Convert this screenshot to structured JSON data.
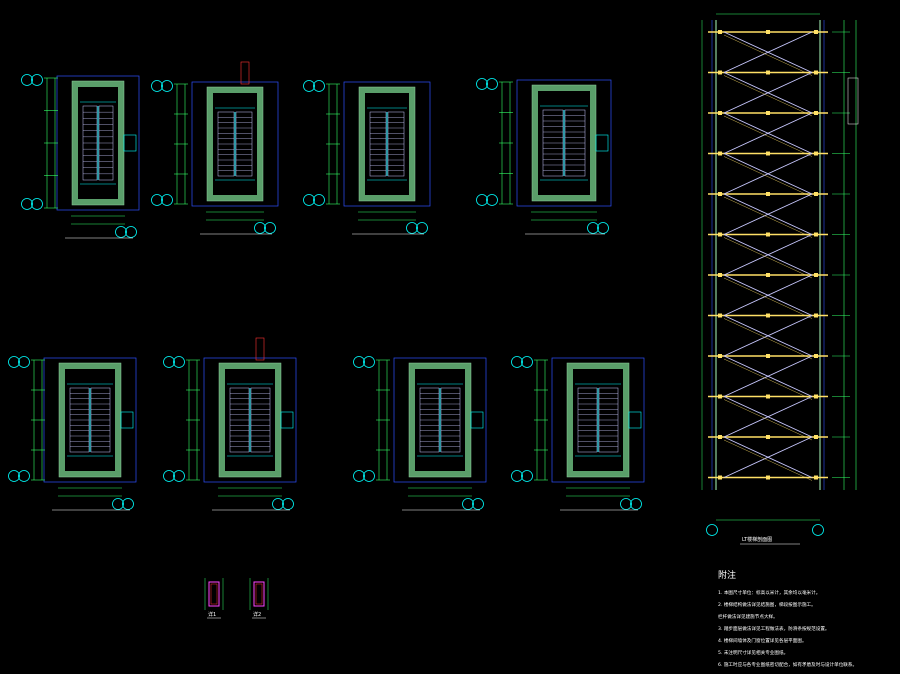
{
  "drawing": {
    "background": "#000000",
    "colors": {
      "wall": "#5a9e6a",
      "wall_edge": "#8fd19e",
      "grid": "#3050ff",
      "dim": "#00ffff",
      "stair": "#c8c8ff",
      "rail": "#ffe066",
      "text": "#ffffff",
      "red": "#ff3333",
      "magenta": "#ff44ff",
      "green": "#33ff66"
    },
    "section_title": "LT楼梯剖面图",
    "notes": {
      "title": "附注",
      "items": [
        "1. 本图尺寸单位：标高以米计，其余均以毫米计。",
        "2. 楼梯结构做法详见结施图，梯段按图示施工。",
        "   栏杆做法详见建施节点大样。",
        "3. 踏步面层做法详见工程做法表，防滑条按规范设置。",
        "4. 楼梯间墙体及门窗位置详见各层平面图。",
        "5. 未注明尺寸详见相关专业图纸。",
        "6. 施工时应与各专业图纸密切配合，如有矛盾及时与设计单位联系。"
      ]
    },
    "details": [
      {
        "label": "详1"
      },
      {
        "label": "详2"
      }
    ]
  }
}
